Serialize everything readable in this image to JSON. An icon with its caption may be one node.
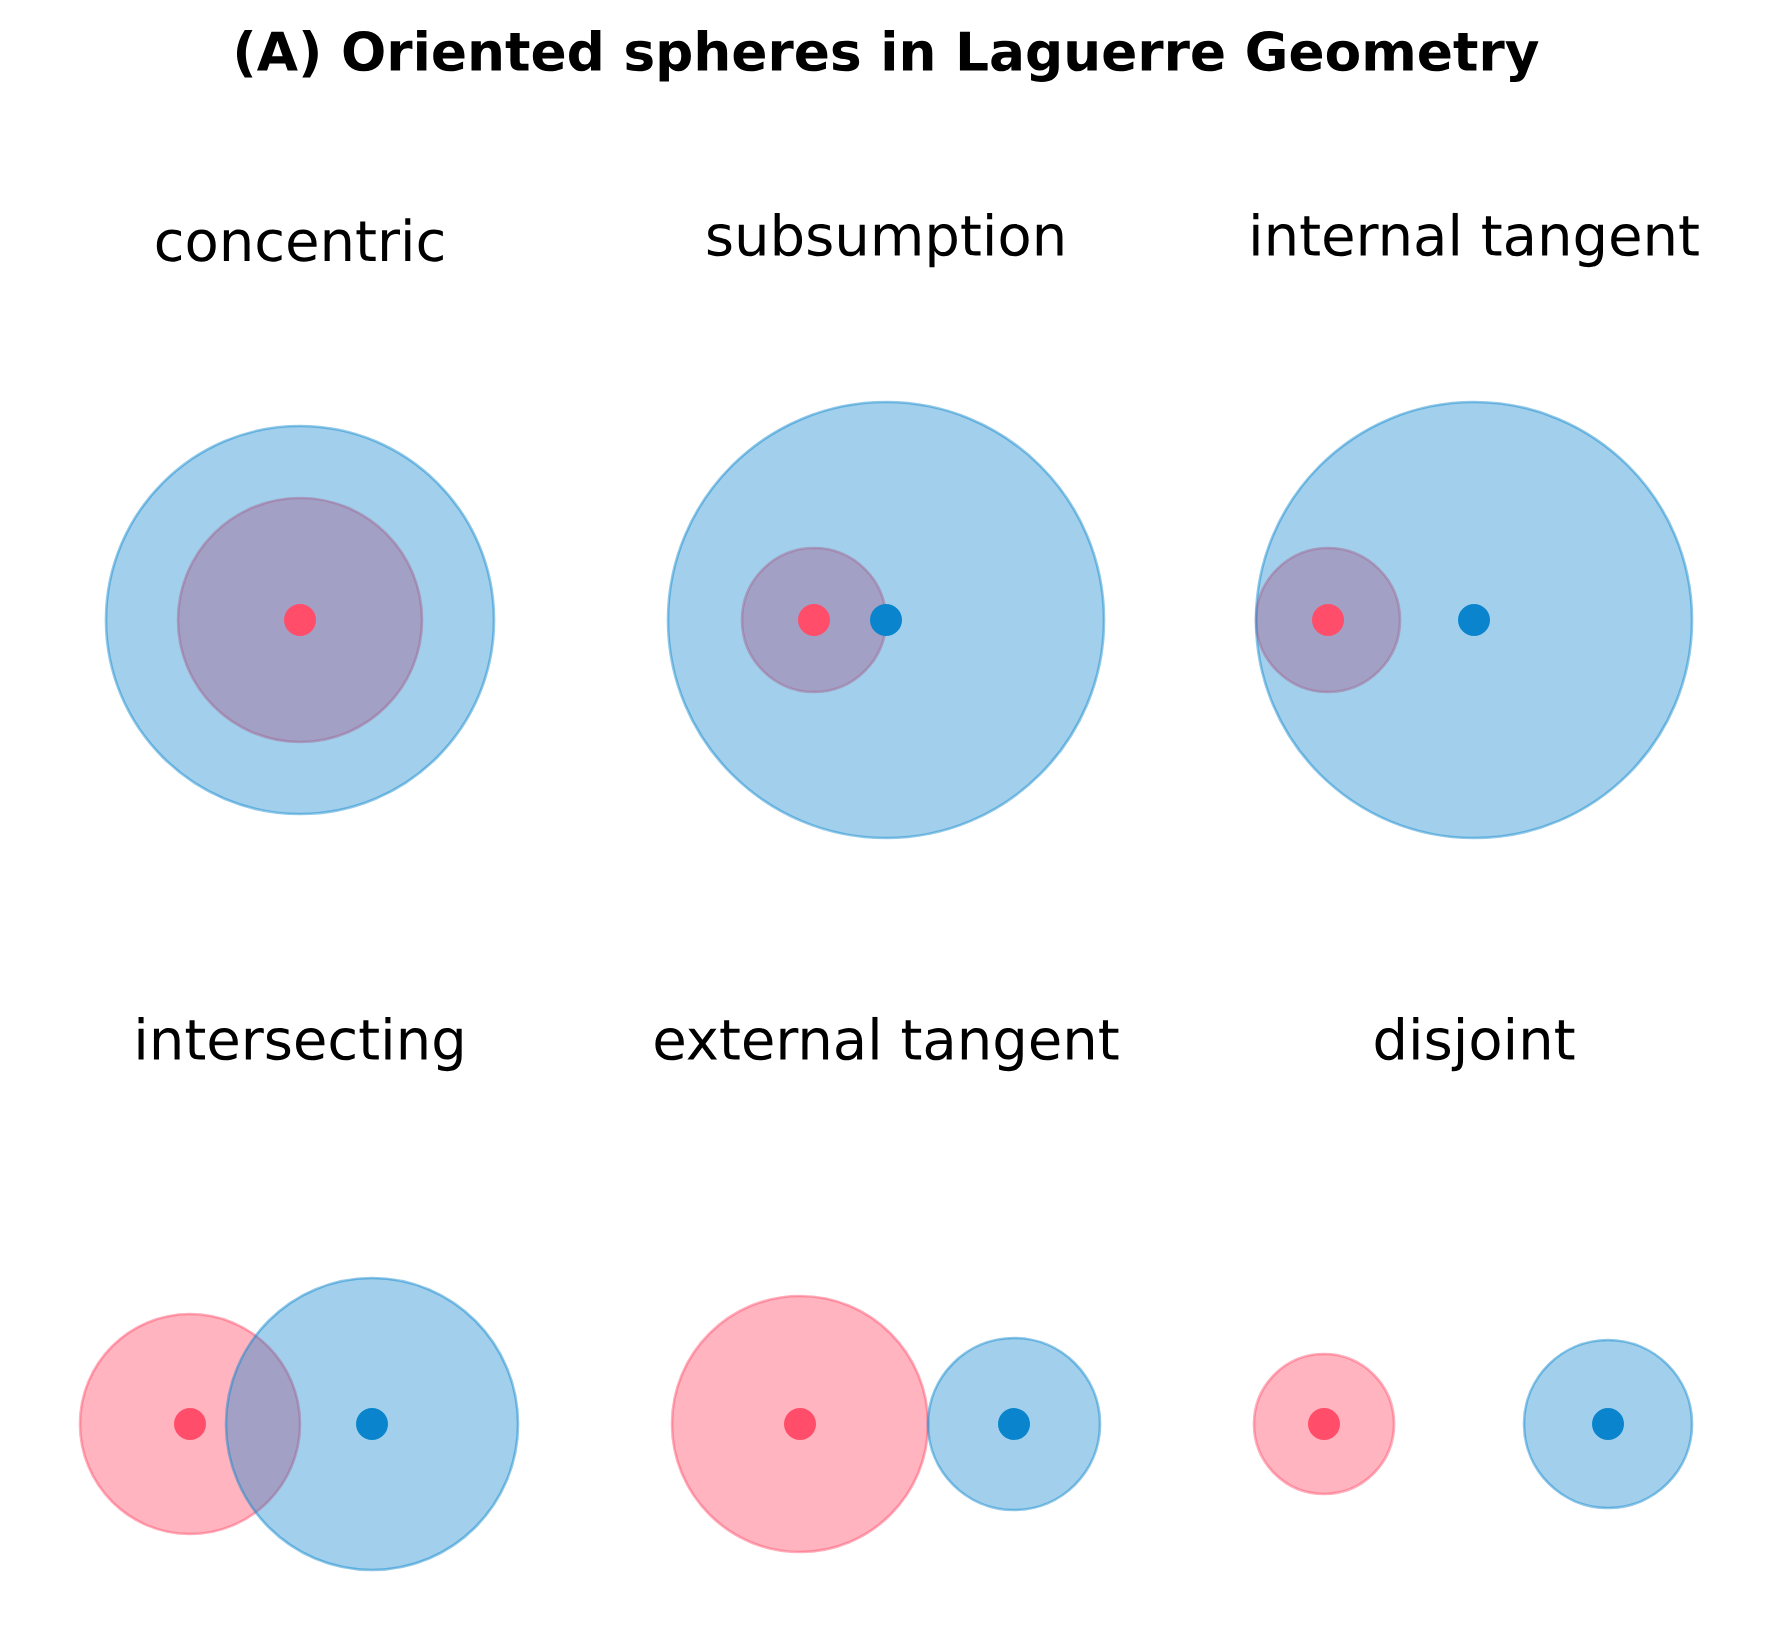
{
  "diagram": {
    "title": "(A) Oriented spheres in Laguerre Geometry",
    "labels": [
      "concentric",
      "subsumption",
      "internal tangent",
      "intersecting",
      "external tangent",
      "disjoint"
    ]
  }
}
